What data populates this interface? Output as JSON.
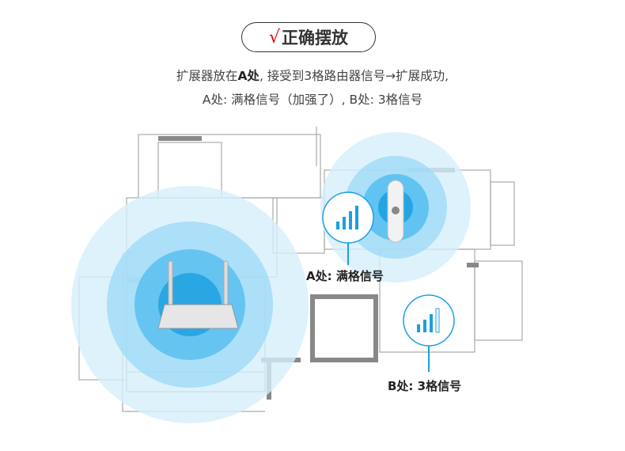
{
  "header": {
    "check_mark": "√",
    "title": "正确摆放"
  },
  "description": {
    "line1_prefix": "扩展器放在",
    "line1_bold": "A处",
    "line1_suffix": ", 接受到3格路由器信号→扩展成功,",
    "line2": "A处: 满格信号（加强了）, B处: 3格信号"
  },
  "points": [
    {
      "label": "A处: 满格信号",
      "signal_bars": 4,
      "signal_max": 4
    },
    {
      "label": "B处: 3格信号",
      "signal_bars": 3,
      "signal_max": 4
    }
  ],
  "colors": {
    "accent": "#1aa0e0",
    "check": "#e60012",
    "wall": "#888888"
  }
}
